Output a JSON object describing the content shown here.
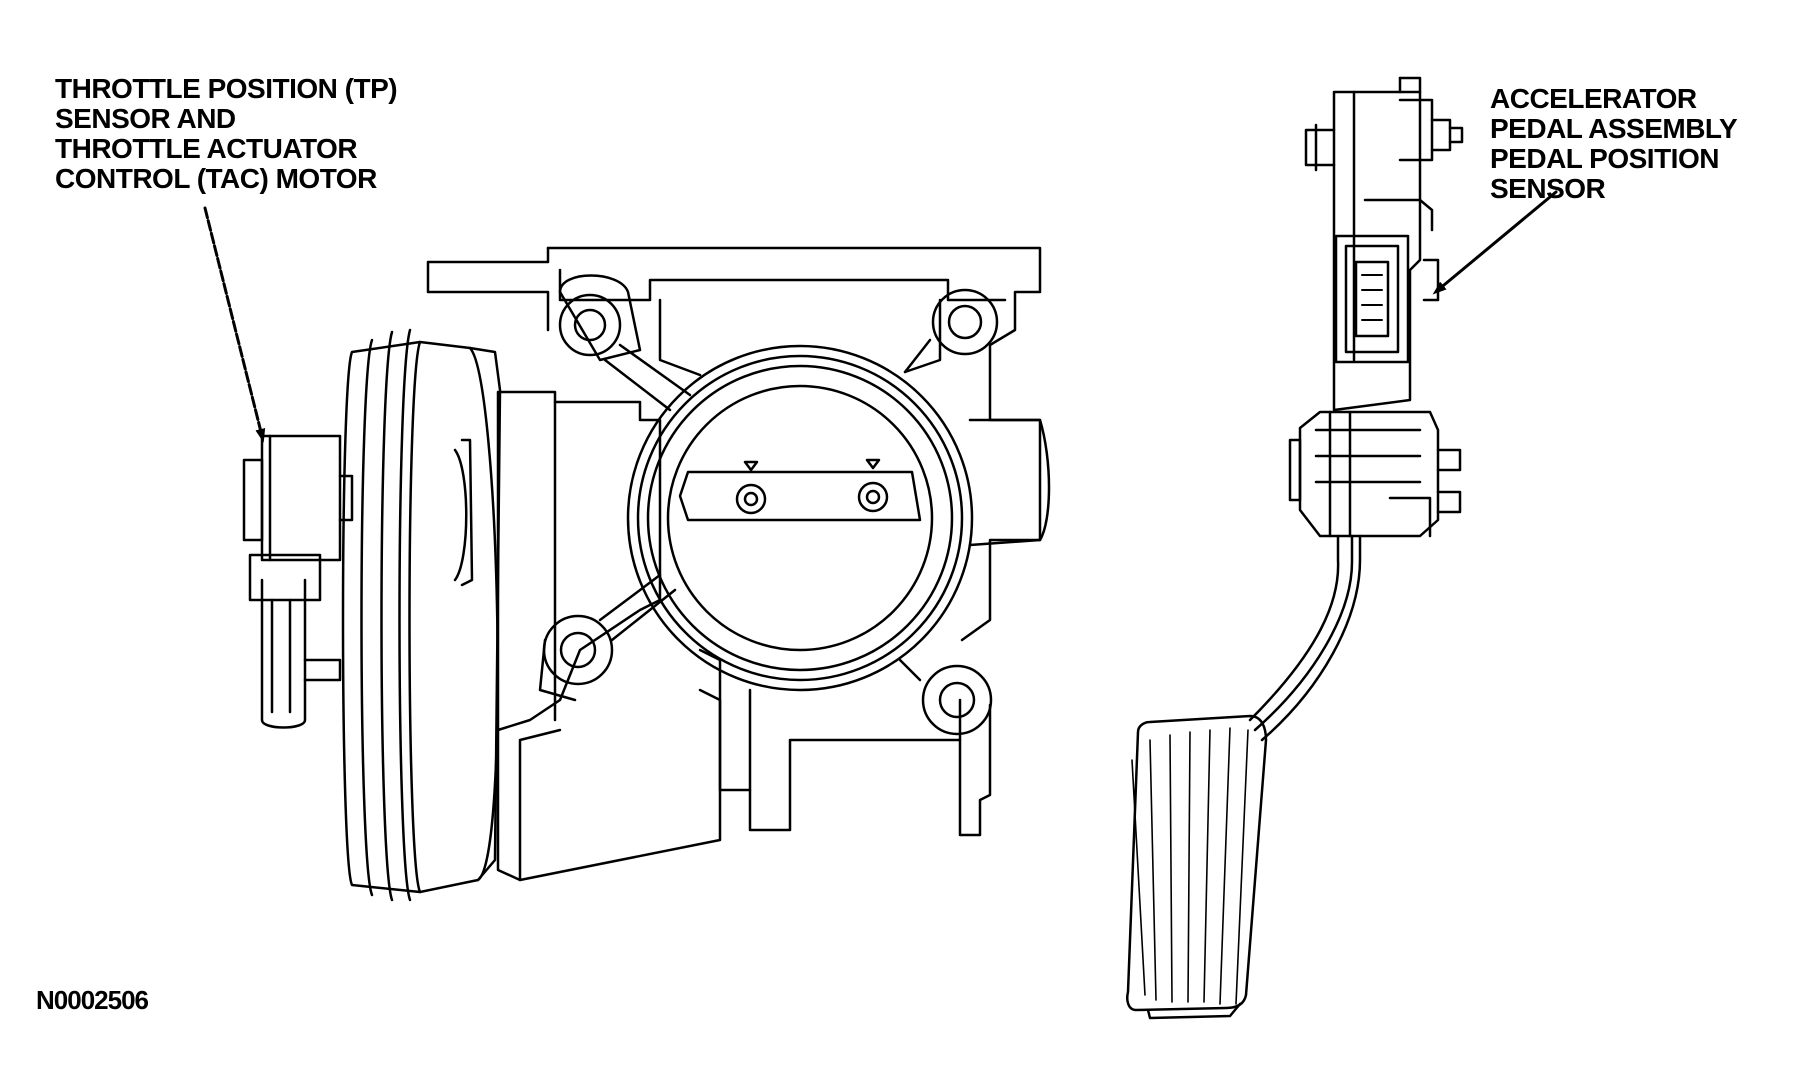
{
  "labels": {
    "tp_sensor": {
      "lines": [
        "THROTTLE POSITION (TP)",
        "SENSOR AND",
        "THROTTLE ACTUATOR",
        "CONTROL (TAC) MOTOR"
      ]
    },
    "app_sensor": {
      "lines": [
        "ACCELERATOR",
        "PEDAL ASSEMBLY",
        "PEDAL POSITION",
        "SENSOR"
      ]
    },
    "figure_id": "N0002506"
  },
  "colors": {
    "line": "#000000",
    "background": "#ffffff"
  }
}
